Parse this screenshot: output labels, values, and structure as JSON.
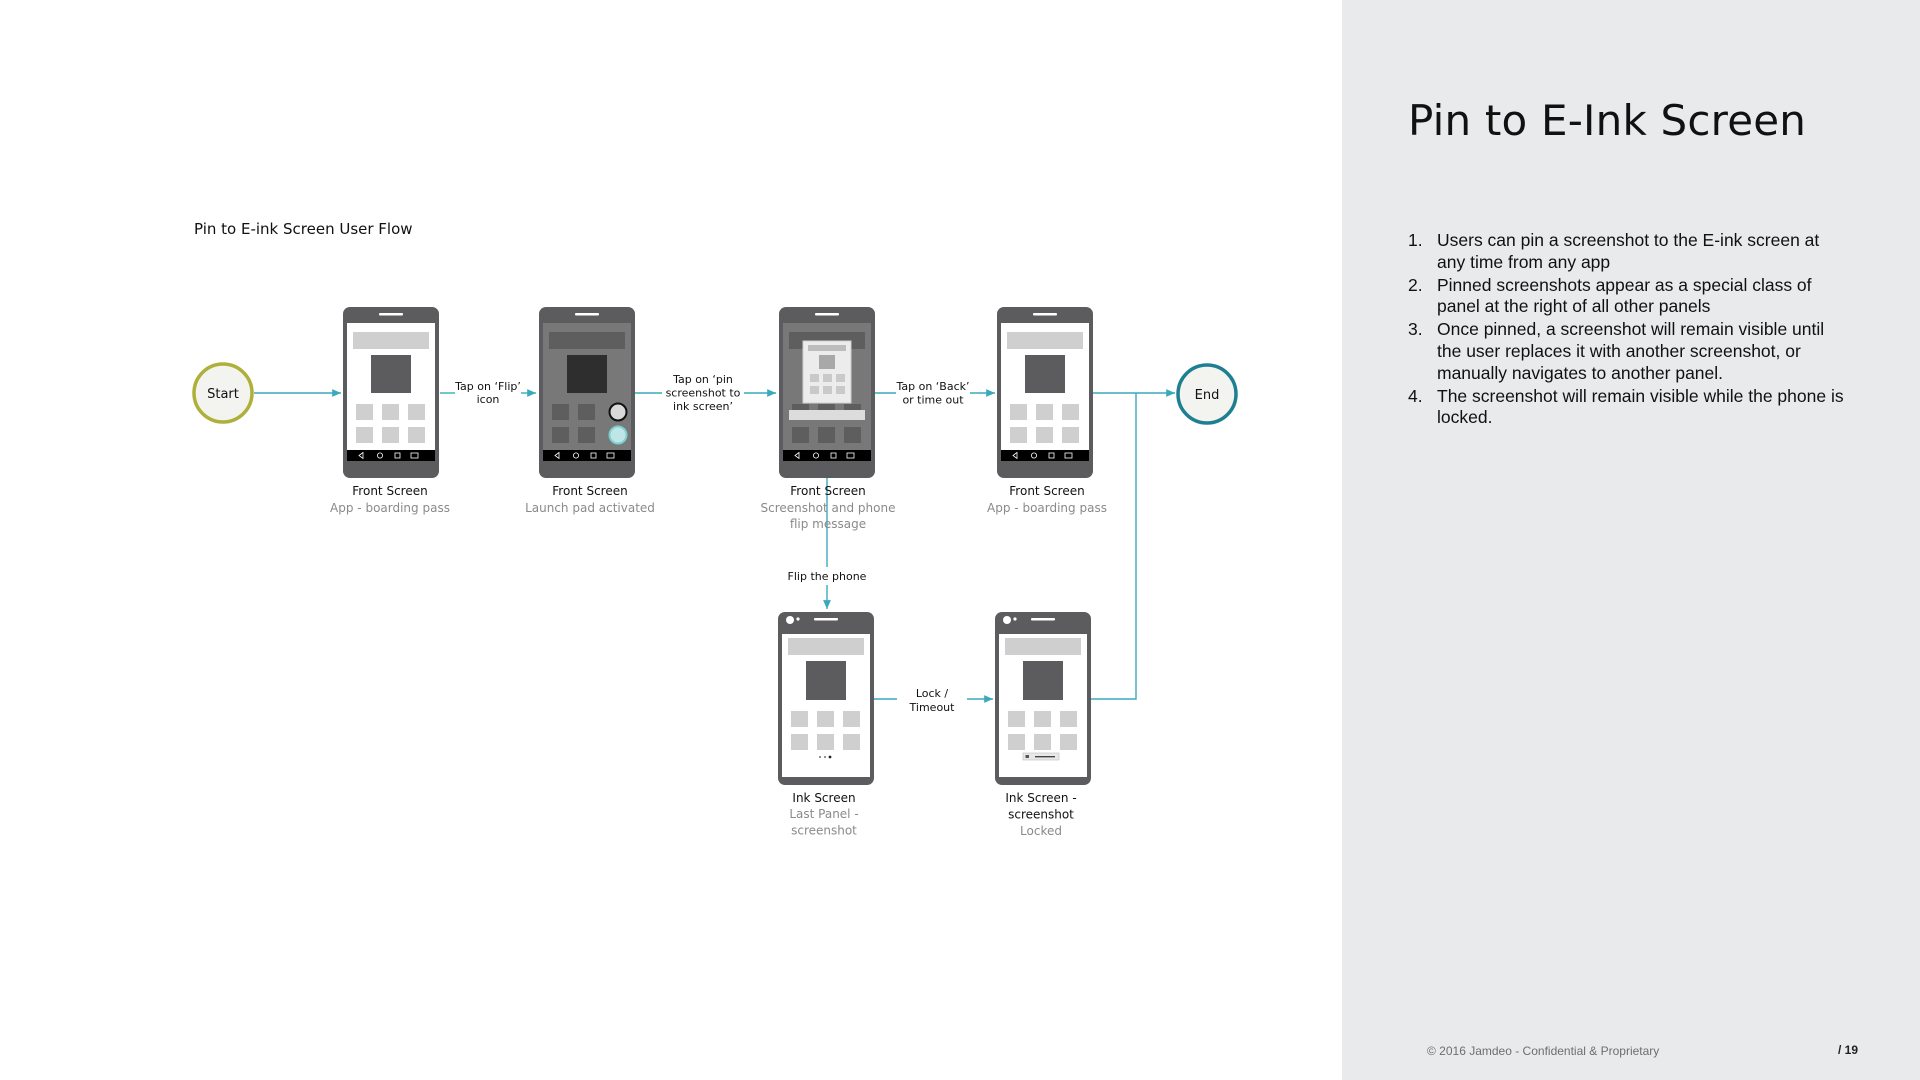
{
  "diagram": {
    "title": "Pin to E-ink Screen User Flow",
    "start_label": "Start",
    "end_label": "End",
    "edges": {
      "tap_flip": [
        "Tap on ‘Flip’",
        "icon"
      ],
      "tap_pin": [
        "Tap on ‘pin",
        "screenshot to",
        "ink screen’"
      ],
      "tap_back": [
        "Tap on ‘Back’",
        "or time out"
      ],
      "flip_phone": [
        "Flip the phone"
      ],
      "lock_timeout": [
        "Lock /",
        "Timeout"
      ]
    },
    "screens": {
      "s1": {
        "title": [
          "Front Screen"
        ],
        "subtitle": [
          "App - boarding pass"
        ]
      },
      "s2": {
        "title": [
          "Front Screen"
        ],
        "subtitle": [
          "Launch pad activated"
        ]
      },
      "s3": {
        "title": [
          "Front Screen"
        ],
        "subtitle": [
          "Screenshot and phone",
          "flip message"
        ]
      },
      "s4": {
        "title": [
          "Front Screen"
        ],
        "subtitle": [
          "App - boarding pass"
        ]
      },
      "s5": {
        "title": [
          "Ink Screen"
        ],
        "subtitle": [
          "Last Panel -",
          "screenshot"
        ]
      },
      "s6": {
        "title": [
          "Ink Screen -",
          "screenshot"
        ],
        "subtitle": [
          "Locked"
        ]
      }
    }
  },
  "panel": {
    "title": "Pin to E-Ink Screen",
    "notes": [
      {
        "num": "1.",
        "text": "Users can pin a screenshot to the E-ink screen at any time from any app"
      },
      {
        "num": "2.",
        "text": "Pinned screenshots appear as a special class of panel at the right of all other panels"
      },
      {
        "num": "3.",
        "text": "Once pinned, a screenshot will remain visible until the user replaces it with another screenshot, or manually navigates to another panel."
      },
      {
        "num": "4.",
        "text": "The screenshot will remain visible while the phone is locked."
      }
    ],
    "footer": "© 2016 Jamdeo - Confidential & Proprietary",
    "page_number": "/ 19"
  },
  "colors": {
    "flow_line": "#3aaabb",
    "start_ring": "#aeb03a",
    "end_ring": "#1e7f93",
    "phone_body": "#5c5c5e",
    "caption_sub": "#8a8a8a"
  },
  "icons": {
    "nav": [
      "back-icon",
      "home-icon",
      "recents-icon",
      "split-icon"
    ],
    "launch_pad": [
      "flip-icon",
      "pin-icon"
    ]
  }
}
